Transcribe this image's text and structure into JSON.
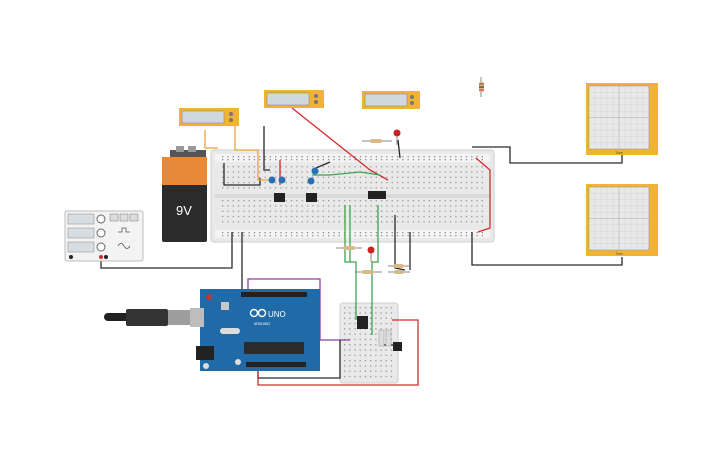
{
  "battery": {
    "label": "9V"
  },
  "arduino": {
    "logo": "UNO",
    "brand": "ARDUINO"
  },
  "scopes": [
    {
      "caption": "Time"
    },
    {
      "caption": "Time"
    }
  ],
  "colors": {
    "background": "#ffffff",
    "breadboard": "#e9e9e9",
    "arduino_blue": "#1f6aa7",
    "wire_red": "#d62b2b",
    "wire_black": "#2a2a2a",
    "wire_orange": "#e8a33d",
    "wire_green": "#3fa34d",
    "wire_purple": "#8a3fa3",
    "scope_frame": "#f2b233",
    "display_frame": "#f2b233",
    "capacitor_blue": "#2a6fb5",
    "led_red": "#cc2222"
  }
}
